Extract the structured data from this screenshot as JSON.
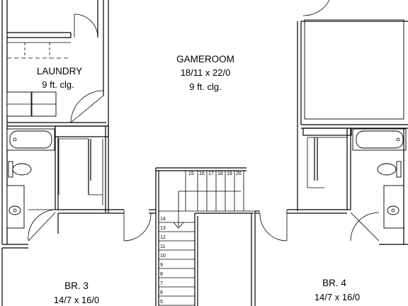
{
  "rooms": {
    "laundry": {
      "name": "LAUNDRY",
      "ceiling": "9 ft. clg."
    },
    "gameroom": {
      "name": "GAMEROOM",
      "size": "18/11 x 22/0",
      "ceiling": "9 ft. clg."
    },
    "br3": {
      "name": "BR. 3",
      "size": "14/7 x 16/0"
    },
    "br4": {
      "name": "BR. 4",
      "size": "14/7 x 16/0"
    }
  },
  "stairs": {
    "upper_steps": [
      "15",
      "16",
      "17",
      "18",
      "19",
      "20"
    ],
    "lower_steps": [
      "14",
      "13",
      "12",
      "11",
      "10",
      "9",
      "8",
      "7",
      "6",
      "5"
    ]
  }
}
